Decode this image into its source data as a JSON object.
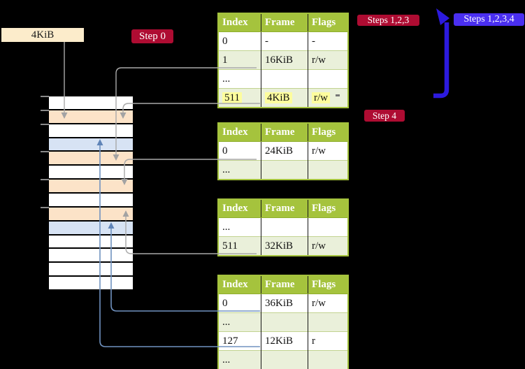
{
  "labels": {
    "page_size": "4KiB",
    "step0": "Step 0",
    "steps123": "Steps 1,2,3",
    "steps1234": "Steps 1,2,3,4",
    "step4": "Step 4"
  },
  "colors": {
    "table_header_green": "#a5c33d",
    "table_row_alt_green": "#eaf0da",
    "highlight_yellow": "#fdfd9d",
    "memory_frame_peach": "#fce3c8",
    "memory_frame_blue": "#d7e3f4",
    "label_cream": "#fceccb",
    "step_badge_red": "#ae0c32",
    "steps_badge_blue": "#4a2ff0",
    "gray_arrow": "#a9a9a9",
    "thin_blue_arrow": "#7092c0",
    "thick_blue_arrow": "#2c1ade"
  },
  "memory": {
    "rows": [
      "white",
      "peach",
      "white",
      "blue",
      "peach",
      "white",
      "peach",
      "white",
      "peach",
      "blue",
      "white",
      "white",
      "white",
      "white"
    ],
    "tick_ys": [
      137,
      157,
      177,
      216,
      256,
      296
    ]
  },
  "page_tables": [
    {
      "headers": [
        "Index",
        "Frame",
        "Flags"
      ],
      "rows": [
        {
          "cells": [
            "0",
            "-",
            "-"
          ]
        },
        {
          "cells": [
            "1",
            "16KiB",
            "r/w"
          ]
        },
        {
          "cells": [
            "...",
            "",
            ""
          ]
        },
        {
          "cells": [
            "511",
            "4KiB",
            "r/w"
          ],
          "highlighted": true
        }
      ]
    },
    {
      "headers": [
        "Index",
        "Frame",
        "Flags"
      ],
      "rows": [
        {
          "cells": [
            "0",
            "24KiB",
            "r/w"
          ]
        },
        {
          "cells": [
            "...",
            "",
            ""
          ]
        }
      ]
    },
    {
      "headers": [
        "Index",
        "Frame",
        "Flags"
      ],
      "rows": [
        {
          "cells": [
            "...",
            "",
            ""
          ]
        },
        {
          "cells": [
            "511",
            "32KiB",
            "r/w"
          ]
        }
      ]
    },
    {
      "headers": [
        "Index",
        "Frame",
        "Flags"
      ],
      "rows": [
        {
          "cells": [
            "0",
            "36KiB",
            "r/w"
          ]
        },
        {
          "cells": [
            "...",
            "",
            ""
          ]
        },
        {
          "cells": [
            "127",
            "12KiB",
            "r"
          ]
        },
        {
          "cells": [
            "...",
            "",
            ""
          ]
        }
      ]
    }
  ]
}
